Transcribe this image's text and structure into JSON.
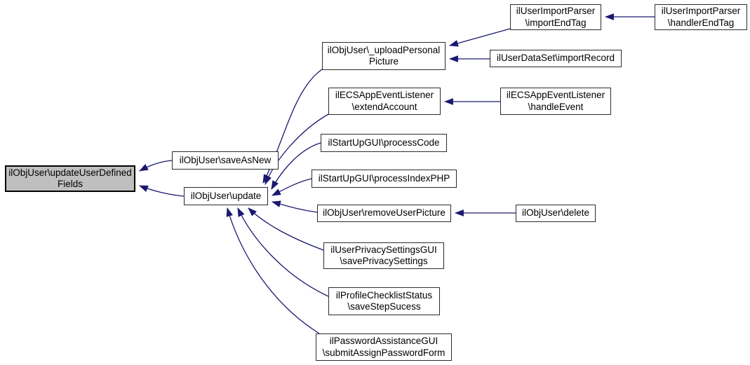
{
  "diagram": {
    "type": "call-graph",
    "background_color": "#ffffff",
    "edge_color": "#191970",
    "node_fill": "#ffffff",
    "node_border_color": "#2b2b2b",
    "highlight_fill": "#bfbfbf"
  },
  "nodes": {
    "updateUserDefinedFields": {
      "label": "ilObjUser\\updateUserDefined\nFields",
      "highlighted": true
    },
    "saveAsNew": {
      "label": "ilObjUser\\saveAsNew"
    },
    "update": {
      "label": "ilObjUser\\update"
    },
    "uploadPersonalPicture": {
      "label": "ilObjUser\\_uploadPersonal\nPicture"
    },
    "importEndTag": {
      "label": "ilUserImportParser\n\\importEndTag"
    },
    "handlerEndTag": {
      "label": "ilUserImportParser\n\\handlerEndTag"
    },
    "importRecord": {
      "label": "ilUserDataSet\\importRecord"
    },
    "extendAccount": {
      "label": "ilECSAppEventListener\n\\extendAccount"
    },
    "handleEvent": {
      "label": "ilECSAppEventListener\n\\handleEvent"
    },
    "processCode": {
      "label": "ilStartUpGUI\\processCode"
    },
    "processIndexPHP": {
      "label": "ilStartUpGUI\\processIndexPHP"
    },
    "removeUserPicture": {
      "label": "ilObjUser\\removeUserPicture"
    },
    "delete": {
      "label": "ilObjUser\\delete"
    },
    "savePrivacySettings": {
      "label": "ilUserPrivacySettingsGUI\n\\savePrivacySettings"
    },
    "saveStepSucess": {
      "label": "ilProfileChecklistStatus\n\\saveStepSucess"
    },
    "submitAssignPasswordForm": {
      "label": "ilPasswordAssistanceGUI\n\\submitAssignPasswordForm"
    }
  },
  "edges": [
    {
      "from": "saveAsNew",
      "to": "updateUserDefinedFields"
    },
    {
      "from": "update",
      "to": "updateUserDefinedFields"
    },
    {
      "from": "uploadPersonalPicture",
      "to": "update"
    },
    {
      "from": "importEndTag",
      "to": "uploadPersonalPicture"
    },
    {
      "from": "handlerEndTag",
      "to": "importEndTag"
    },
    {
      "from": "importRecord",
      "to": "uploadPersonalPicture"
    },
    {
      "from": "extendAccount",
      "to": "update"
    },
    {
      "from": "handleEvent",
      "to": "extendAccount"
    },
    {
      "from": "processCode",
      "to": "update"
    },
    {
      "from": "processIndexPHP",
      "to": "update"
    },
    {
      "from": "removeUserPicture",
      "to": "update"
    },
    {
      "from": "delete",
      "to": "removeUserPicture"
    },
    {
      "from": "savePrivacySettings",
      "to": "update"
    },
    {
      "from": "saveStepSucess",
      "to": "update"
    },
    {
      "from": "submitAssignPasswordForm",
      "to": "update"
    }
  ]
}
